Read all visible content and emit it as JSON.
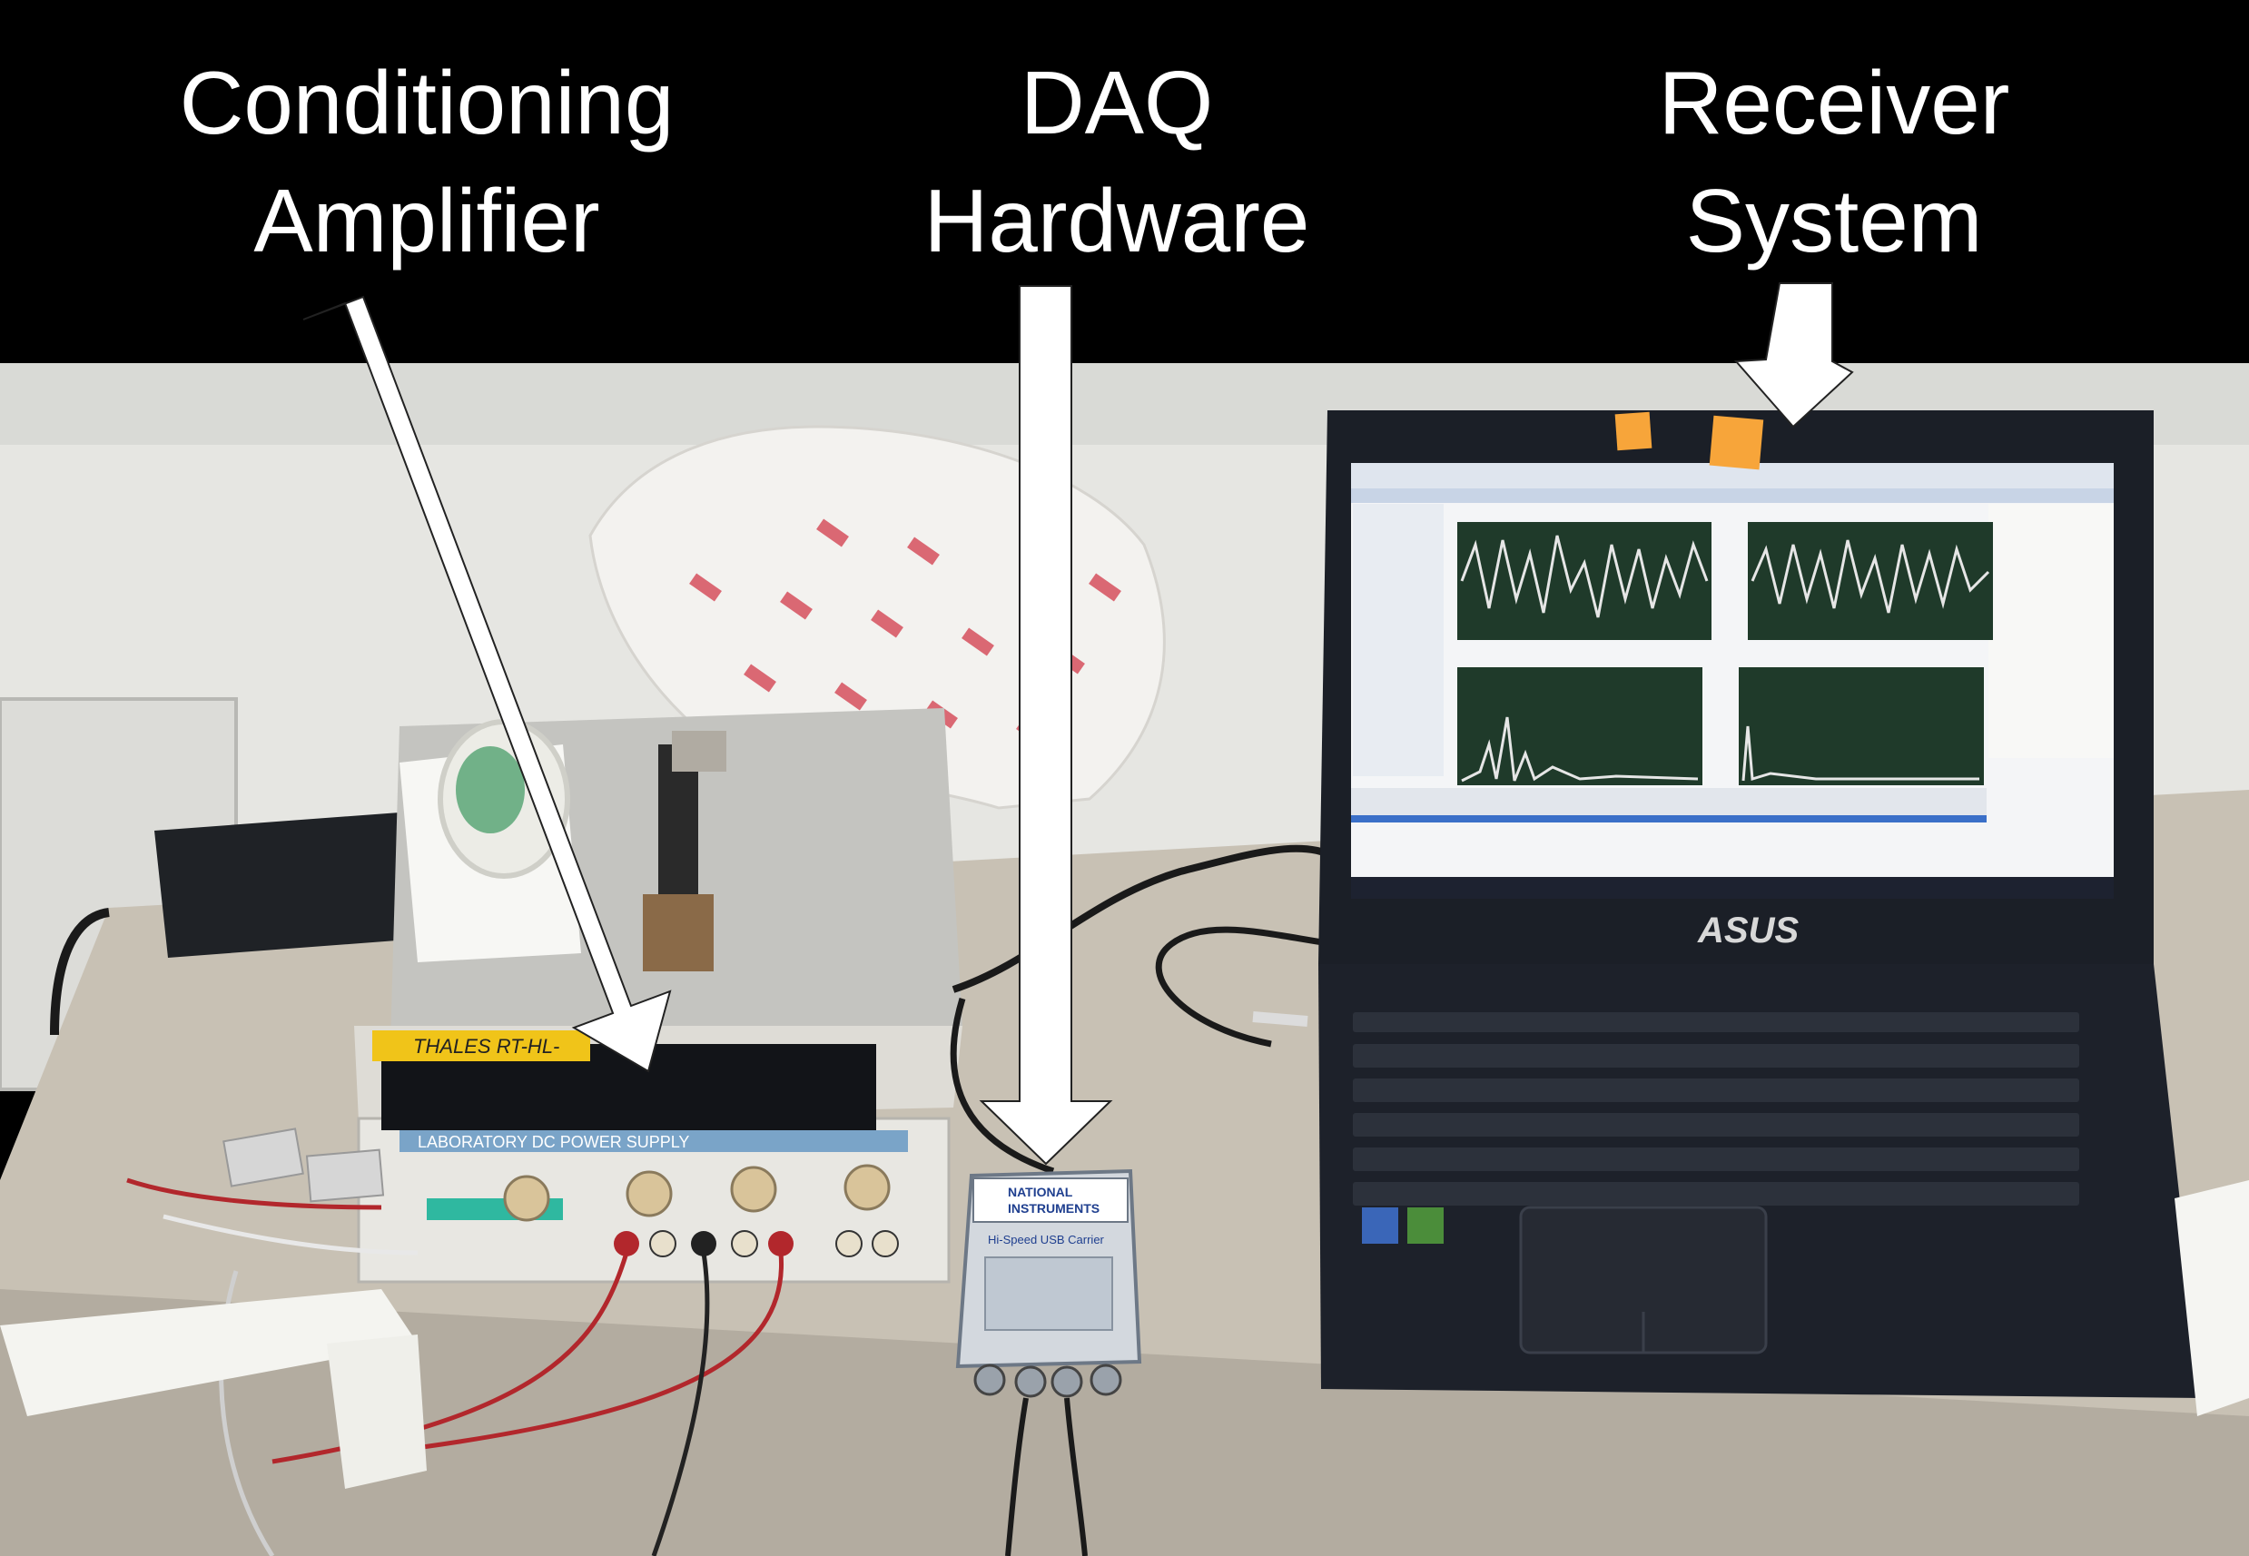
{
  "labels": {
    "conditioning": {
      "line1": "Conditioning",
      "line2": "Amplifier"
    },
    "daq": {
      "line1": "DAQ",
      "line2": "Hardware"
    },
    "receiver": {
      "line1": "Receiver",
      "line2": "System"
    }
  },
  "equipment": {
    "power_supply_panel": "LABORATORY DC POWER SUPPLY",
    "power_supply_tag": "THALES   RT-HL-",
    "daq_brand_line1": "NATIONAL",
    "daq_brand_line2": "INSTRUMENTS",
    "daq_model": "Hi-Speed USB Carrier",
    "laptop_brand": "ASUS"
  },
  "colors": {
    "banner": "#000000",
    "arrow_fill": "#ffffff",
    "arrow_stroke": "#222222",
    "wall": "#e9e9e6",
    "table": "#c9c2b6",
    "laptop": "#1b1f27",
    "plot_bg": "#1f3a2a"
  }
}
